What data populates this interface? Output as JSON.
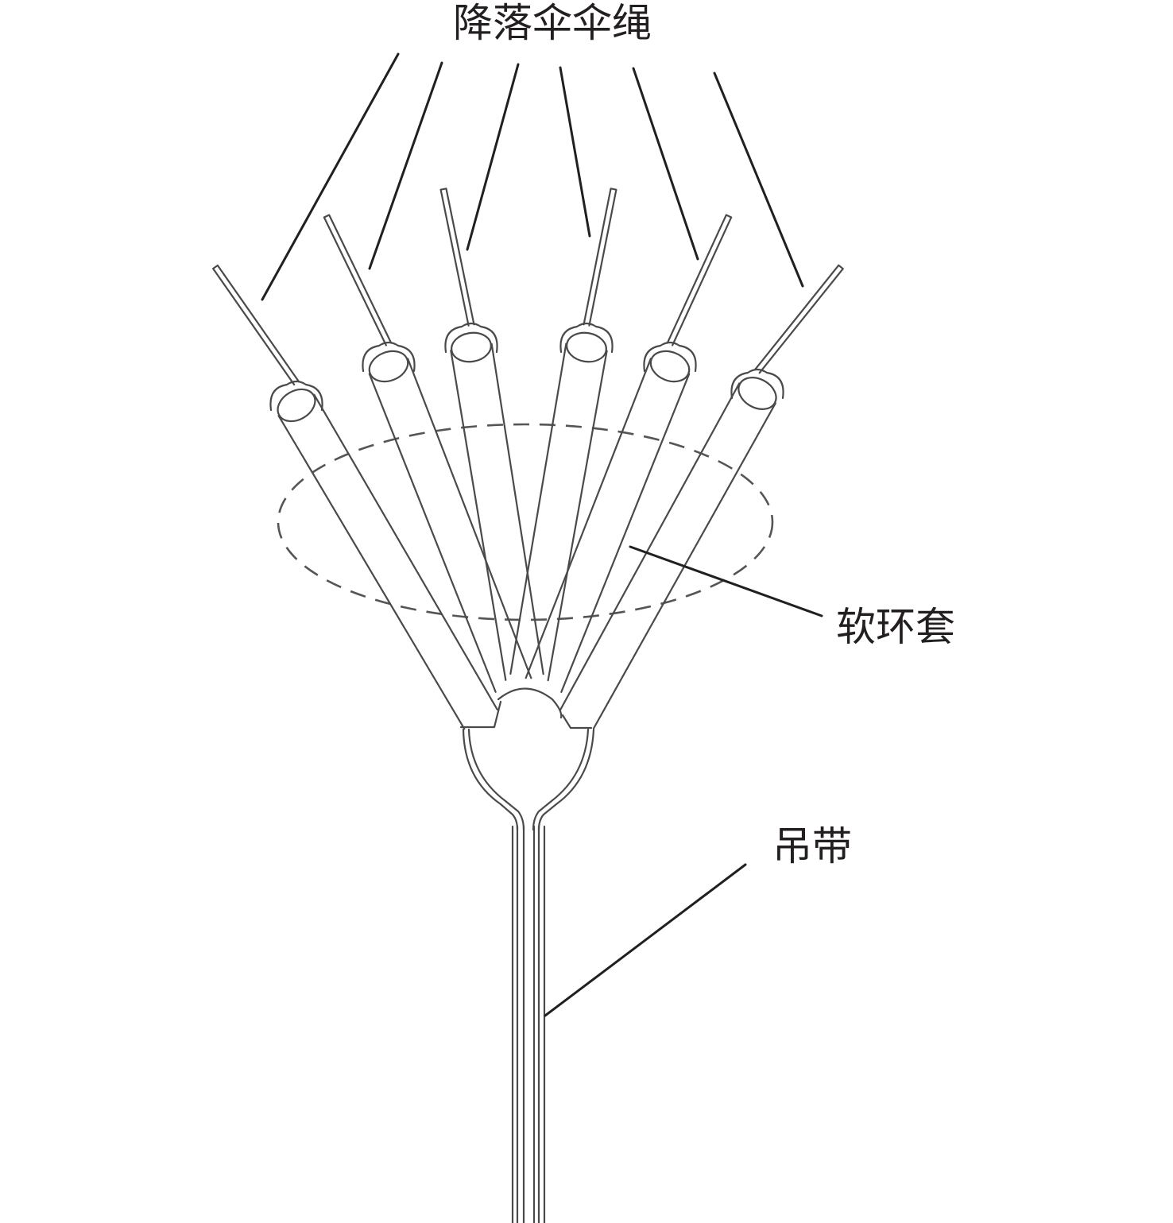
{
  "labels": {
    "parachute_lines": "降落伞伞绳",
    "soft_loop_sleeve": "软环套",
    "sling_strap": "吊带"
  },
  "colors": {
    "ink": "#231f20",
    "background": "#ffffff"
  },
  "counts": {
    "parachute_lines": 6
  }
}
